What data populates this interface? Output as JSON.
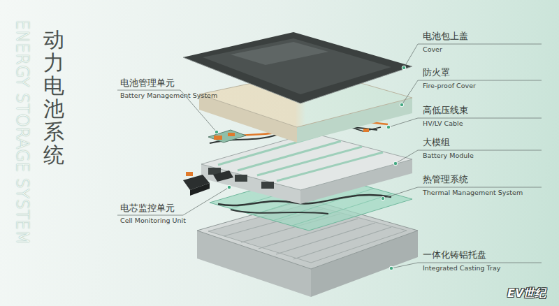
{
  "diagram": {
    "title": "动力电池系统",
    "labels": [
      "ENERGY STORAGE SYSTEM",
      "电池包上盖",
      "Cover",
      "防火罩",
      "Fire-proof Cover",
      "高低压线束",
      "HV/LV Cable",
      "大模组",
      "Battery Module",
      "热管理系统",
      "Thermal Management System",
      "电池管理单元",
      "Battery Management System",
      "电芯监控单元",
      "Cell Monitoring Unit",
      "一体化铸铝托盘",
      "Integrated Casting Tray",
      "EV世纪"
    ]
  }
}
